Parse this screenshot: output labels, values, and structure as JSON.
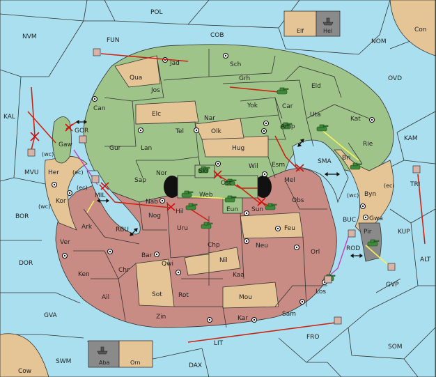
{
  "map": {
    "title": "",
    "colors": {
      "sea": "#a9dfee",
      "power_green": "#9fc489",
      "power_red": "#c98c84",
      "neutral_tan": "#e5c496",
      "gray": "#8a8a8a",
      "move_arrow": "#cc2211",
      "support_arrow": "#f5f25a",
      "convoy_arrow": "#c040c0"
    },
    "sea_labels": {
      "pol": "POL",
      "fun": "FUN",
      "cob": "COB",
      "nvm": "NVM",
      "nom": "NOM",
      "con": "Con",
      "kal": "KAL",
      "ovd": "OVD",
      "kam": "KAM",
      "sma": "SMA",
      "mvu": "MVU",
      "bor": "BOR",
      "dor": "DOR",
      "gva": "GVA",
      "kup": "KUP",
      "alt": "ALT",
      "rbu": "RBU",
      "lit": "LIT",
      "fro": "FRO",
      "som": "SOM",
      "swm": "SWM",
      "dax": "DAX",
      "cow": "Cow",
      "gor": "GOR",
      "rod": "ROD",
      "buc": "BUC",
      "mil": "MIL",
      "tri": "TRI",
      "gvp": "GVP"
    },
    "green_labels": {
      "jad": "Jad",
      "sch": "Sch",
      "qua": "Qua",
      "jos": "Jos",
      "grh": "Grh",
      "eld": "Eld",
      "can": "Can",
      "car": "Car",
      "yok": "Yok",
      "elc": "Elc",
      "nar": "Nar",
      "uta": "Uta",
      "kat": "Kat",
      "amp": "Amp",
      "tel": "Tel",
      "olk": "Olk",
      "gur": "Gur",
      "lan": "Lan",
      "hug": "Hug",
      "rie": "Rie",
      "bri": "Bri",
      "esm": "Esm",
      "nor": "Nor",
      "wil": "Wil",
      "sap": "Sap",
      "skr": "Skr",
      "ost": "Ost",
      "web": "Web",
      "eun": "Eun",
      "gaw": "Gaw"
    },
    "red_labels": {
      "mel": "Mel",
      "nab": "Nab",
      "hil": "Hil",
      "obs": "Obs",
      "sun": "Sun",
      "nog": "Nog",
      "uru": "Uru",
      "feu": "Feu",
      "ark": "Ark",
      "chp": "Chp",
      "neu": "Neu",
      "orl": "Orl",
      "ver": "Ver",
      "bar": "Bar",
      "qwi": "Qwi",
      "nil": "Nil",
      "ken": "Ken",
      "chr": "Chr",
      "kaa": "Kaa",
      "ail": "Ail",
      "sot": "Sot",
      "rot": "Rot",
      "mou": "Mou",
      "los": "Los",
      "zin": "Zin",
      "kar": "Kar",
      "sam": "Sam"
    },
    "tan_labels": {
      "her": "Her",
      "kor": "Kor",
      "byn": "Byn",
      "gwa": "Gwa",
      "pir": "Pir"
    },
    "coast_labels": {
      "wc1": "(wc)",
      "ec1": "(ec)",
      "wc2": "(wc)",
      "ec2": "(ec)",
      "wc3": "(wc)",
      "ec3": "(ec)"
    },
    "corner_boxes": {
      "elf": "Elf",
      "hel": "Hel",
      "aba": "Aba",
      "orn": "Orn"
    }
  }
}
